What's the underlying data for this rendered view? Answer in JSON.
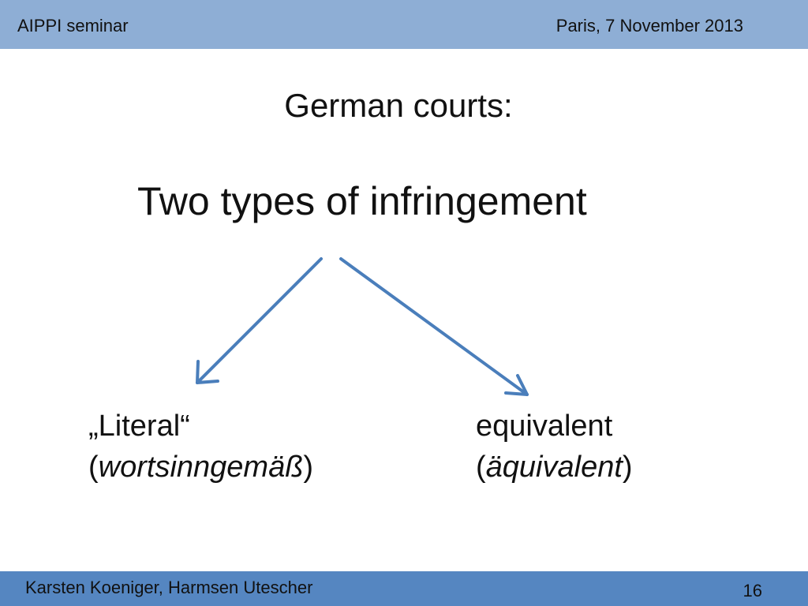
{
  "header": {
    "left": "AIPPI seminar",
    "right": "Paris, 7 November 2013"
  },
  "slide": {
    "subtitle": "German courts:",
    "title": "Two types of infringement",
    "left_branch": {
      "line1": "„Literal“",
      "paren_open": "(",
      "italic": "wortsinngemäß",
      "paren_close": ")"
    },
    "right_branch": {
      "line1": "equivalent",
      "paren_open": "(",
      "italic": "äquivalent",
      "paren_close": ")"
    }
  },
  "footer": {
    "authors": "Karsten Koeniger, Harmsen Utescher",
    "page_number": "16"
  },
  "colors": {
    "header_bar": "#8eaed5",
    "footer_bar": "#5586c1",
    "arrow": "#4a7ebb"
  }
}
